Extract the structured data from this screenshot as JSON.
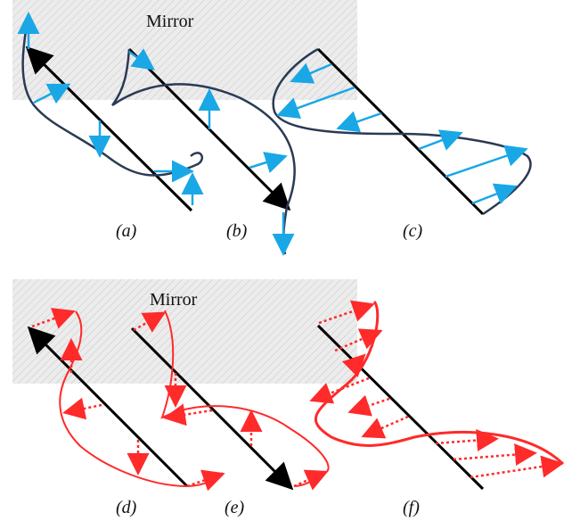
{
  "mirror_top": {
    "label": "Mirror"
  },
  "mirror_bottom": {
    "label": "Mirror"
  },
  "panels": {
    "a": {
      "label": "(a)"
    },
    "b": {
      "label": "(b)"
    },
    "c": {
      "label": "(c)"
    },
    "d": {
      "label": "(d)"
    },
    "e": {
      "label": "(e)"
    },
    "f": {
      "label": "(f)"
    }
  },
  "colors": {
    "mirror_fill": "#e6e6e6",
    "mirror_hatch": "#bdbdbd",
    "axis": "#000000",
    "wave_blue_curve": "#2b3a55",
    "wave_blue_arrow": "#1aa7e6",
    "wave_red": "#ff2a2a"
  }
}
